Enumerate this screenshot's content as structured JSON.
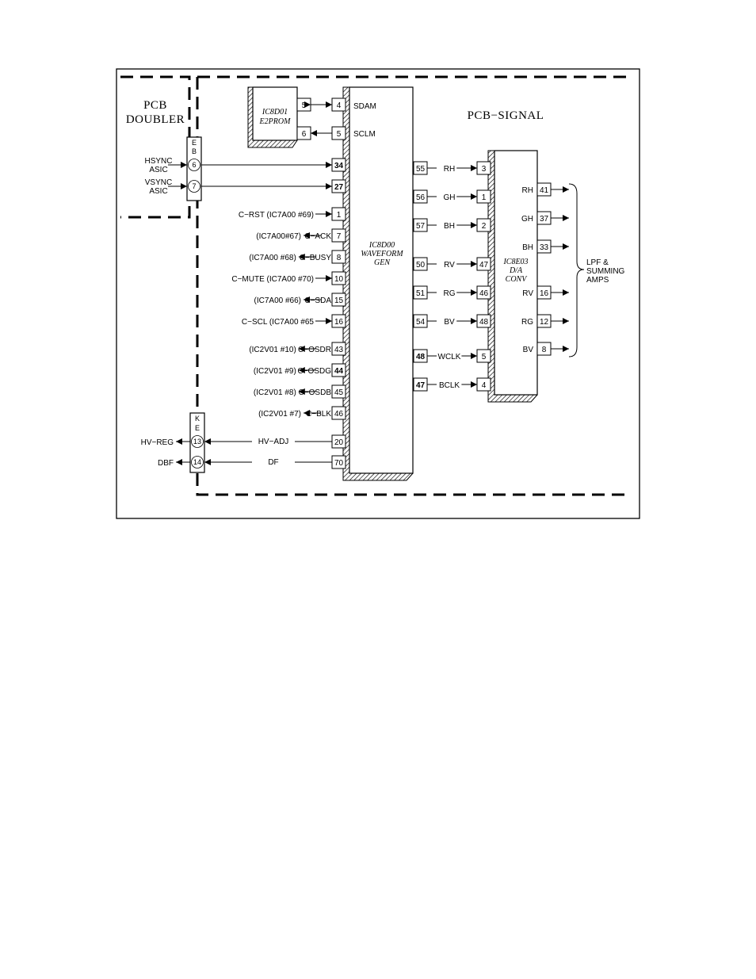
{
  "sections": {
    "doubler": [
      "PCB",
      "DOUBLER"
    ],
    "signal": "PCB−SIGNAL"
  },
  "eeprom": {
    "name": [
      "IC8D01",
      "E2PROM"
    ],
    "pins": [
      "5",
      "6"
    ]
  },
  "waveform_gen": {
    "name": [
      "IC8D00",
      "WAVEFORM",
      "GEN"
    ],
    "sdam_pin": "4",
    "sdam_label": "SDAM",
    "sclm_pin": "5",
    "sclm_label": "SCLM"
  },
  "connector_eb": {
    "letters": [
      "E",
      "B"
    ],
    "pins": [
      "6",
      "7"
    ]
  },
  "connector_ke": {
    "letters": [
      "K",
      "E"
    ],
    "pins": [
      "13",
      "14"
    ]
  },
  "sync_inputs": [
    {
      "lines": [
        "HSYNC",
        "ASIC"
      ],
      "pin": "34"
    },
    {
      "lines": [
        "VSYNC",
        "ASIC"
      ],
      "pin": "27"
    }
  ],
  "left_signals": [
    {
      "text": "C−RST  (IC7A00  #69)",
      "pin": "1"
    },
    {
      "text": "(IC7A00#67)",
      "signal": "C−ACK",
      "pin": "7"
    },
    {
      "text": "(IC7A00  #68)",
      "signal": "C−BUSY",
      "pin": "8"
    },
    {
      "text": "C−MUTE  (IC7A00  #70)",
      "pin": "10"
    },
    {
      "text": "(IC7A00  #66)",
      "signal": "C−SDA",
      "pin": "15"
    },
    {
      "text": "C−SCL  (IC7A00  #65",
      "pin": "16"
    },
    {
      "text": "(IC2V01  #10)",
      "signal": "C−OSDR",
      "pin": "43"
    },
    {
      "text": "(IC2V01  #9)",
      "signal": "C−OSDG",
      "pin": "44"
    },
    {
      "text": "(IC2V01  #8)",
      "signal": "C−OSDB",
      "pin": "45"
    },
    {
      "text": "(IC2V01  #7)",
      "signal": "C−BLK",
      "pin": "46"
    }
  ],
  "outputs_bottom": [
    {
      "label": "HV−REG",
      "signal": "HV−ADJ",
      "pin": "20"
    },
    {
      "label": "DBF",
      "signal": "DF",
      "pin": "70"
    }
  ],
  "mid_signals": [
    {
      "out_pin": "55",
      "signal": "RH",
      "in_pin": "3"
    },
    {
      "out_pin": "56",
      "signal": "GH",
      "in_pin": "1"
    },
    {
      "out_pin": "57",
      "signal": "BH",
      "in_pin": "2"
    },
    {
      "out_pin": "50",
      "signal": "RV",
      "in_pin": "47"
    },
    {
      "out_pin": "51",
      "signal": "RG",
      "in_pin": "46"
    },
    {
      "out_pin": "54",
      "signal": "BV",
      "in_pin": "48"
    },
    {
      "out_pin": "48",
      "signal": "WCLK",
      "in_pin": "5"
    },
    {
      "out_pin": "47",
      "signal": "BCLK",
      "in_pin": "4"
    }
  ],
  "da_conv": {
    "name": [
      "IC8E03",
      "D/A",
      "CONV"
    ]
  },
  "right_outputs": [
    {
      "label": "RH",
      "pin": "41"
    },
    {
      "label": "GH",
      "pin": "37"
    },
    {
      "label": "BH",
      "pin": "33"
    },
    {
      "label": "RV",
      "pin": "16"
    },
    {
      "label": "RG",
      "pin": "12"
    },
    {
      "label": "BV",
      "pin": "8"
    }
  ],
  "lpf_note": [
    "LPF  &",
    "SUMMING",
    "AMPS"
  ]
}
